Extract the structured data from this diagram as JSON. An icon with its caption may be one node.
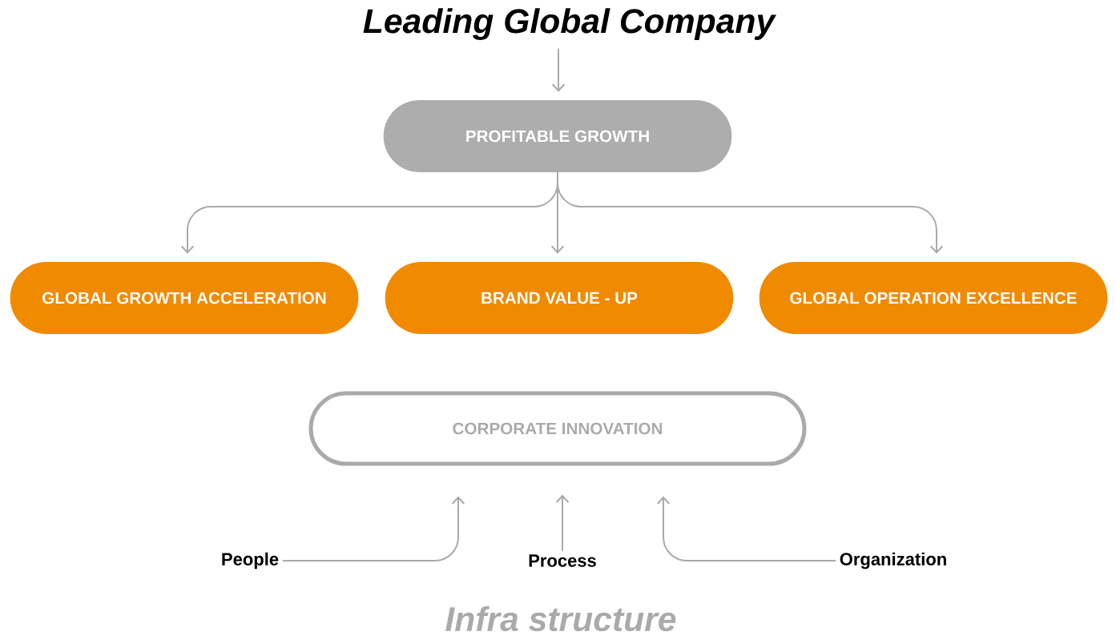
{
  "diagram": {
    "nodes": [
      {
        "text": [
          "Leading Global Company"
        ]
      },
      {
        "text": [
          "PROFITABLE GROWTH"
        ]
      },
      {
        "text": [
          "GLOBAL GROWTH ACCELERATION"
        ]
      },
      {
        "text": [
          "BRAND VALUE - UP"
        ]
      },
      {
        "text": [
          "GLOBAL OPERATION EXCELLENCE"
        ]
      },
      {
        "text": [
          "CORPORATE INNOVATION"
        ]
      },
      {
        "text": [
          "People"
        ]
      },
      {
        "text": [
          "Process"
        ]
      },
      {
        "text": [
          "Organization"
        ]
      }
    ],
    "edges": [
      {
        "from": 0,
        "to": 1,
        "arrow": "to"
      },
      {
        "from": 1,
        "to": 2,
        "arrow": "to"
      },
      {
        "from": 1,
        "to": 3,
        "arrow": "to"
      },
      {
        "from": 1,
        "to": 4,
        "arrow": "to"
      },
      {
        "from": 6,
        "to": 5,
        "arrow": "to"
      },
      {
        "from": 7,
        "to": 5,
        "arrow": "to"
      },
      {
        "from": 8,
        "to": 5,
        "arrow": "to"
      }
    ],
    "labels": [
      "Infra structure"
    ]
  }
}
